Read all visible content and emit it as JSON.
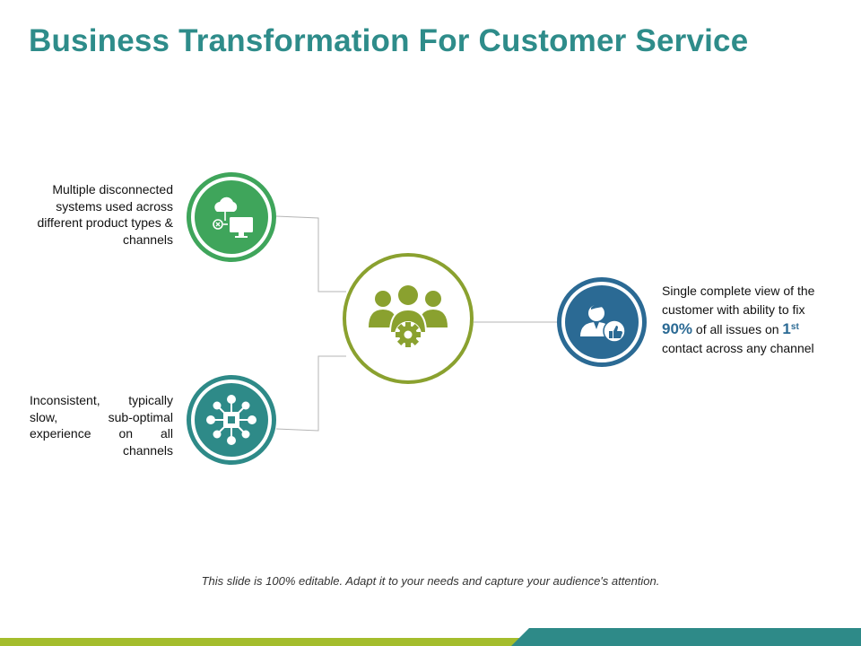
{
  "title": "Business Transformation For Customer Service",
  "nodes": {
    "top_left": {
      "text": "Multiple disconnected systems used across different product types & channels",
      "icon": "cloud-monitor-icon",
      "color": "#3fa55b"
    },
    "bottom_left": {
      "text": "Inconsistent, typically slow, sub-optimal experience on all channels",
      "icon": "network-hub-icon",
      "color": "#2e8a88"
    },
    "center": {
      "icon": "team-gear-icon",
      "color": "#8aa12f"
    },
    "right": {
      "line1": "Single complete view of the customer with ability to fix",
      "pct": "90%",
      "mid": "of all issues on",
      "ordinal": "1",
      "ordinal_sup": "st",
      "line_end": "contact across any channel",
      "icon": "customer-thumbs-up-icon",
      "color": "#2b6a94"
    }
  },
  "footer": "This slide is 100% editable. Adapt it to your needs and capture your audience's attention.",
  "colors": {
    "title": "#2e8c8a",
    "bar_green": "#a4bd2c",
    "bar_teal": "#2e8a88"
  }
}
